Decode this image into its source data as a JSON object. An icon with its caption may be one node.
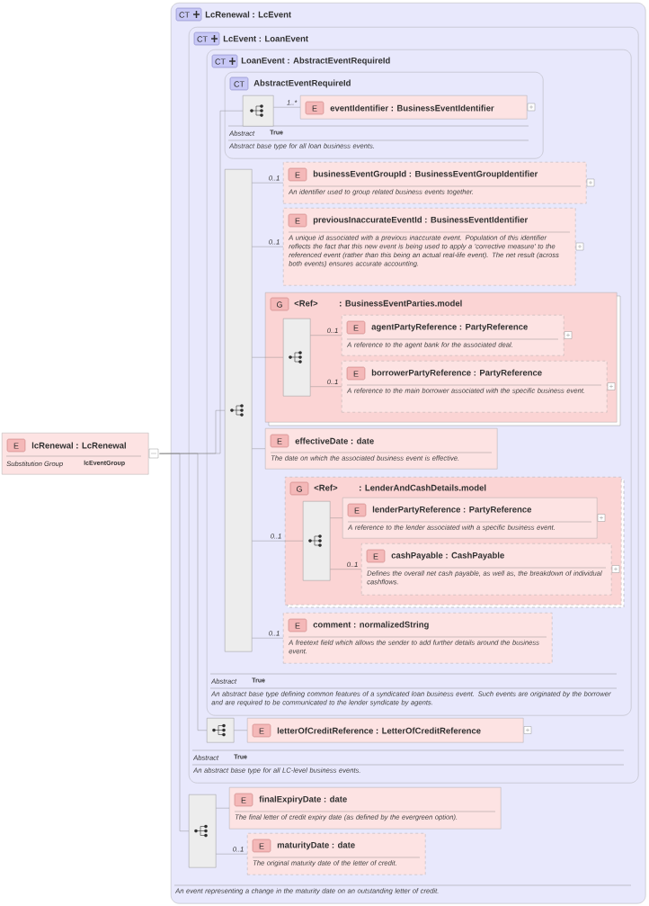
{
  "diagram": {
    "nodes": [
      {
        "text": [
          "E",
          "lcRenewal : LcRenewal",
          "Substitution Group",
          "lcEventGroup"
        ]
      },
      {
        "text": [
          "CT",
          "LcRenewal : LcEvent",
          "An event representing a change in the maturity date on an outstanding letter of credit."
        ]
      },
      {
        "text": [
          "CT",
          "LcEvent : LoanEvent",
          "Abstract",
          "True",
          "An abstract base type for all LC-level business events."
        ],
        "in": 1
      },
      {
        "text": [
          "CT",
          "LoanEvent : AbstractEventRequireId",
          "Abstract",
          "True",
          "An abstract base type defining common features of a syndicated loan business event. Such events are originated by the borrower and are required to be communicated to the lender syndicate by agents."
        ],
        "in": 2
      },
      {
        "text": [
          "CT",
          "AbstractEventRequireId",
          "Abstract",
          "True",
          "Abstract base type for all loan business events."
        ],
        "in": 3
      },
      {
        "text": [],
        "shape": "box",
        "in": 4
      },
      {
        "text": [
          "E",
          "eventIdentifier : BusinessEventIdentifier"
        ],
        "in": 4
      },
      {
        "text": [],
        "shape": "box",
        "in": 3
      },
      {
        "text": [
          "E",
          "businessEventGroupId : BusinessEventGroupIdentifier",
          "An identifier used to group related business events together."
        ],
        "in": 3
      },
      {
        "text": [
          "E",
          "previousInaccurateEventId : BusinessEventIdentifier",
          "A unique id associated with a previous inaccurate event. Population of this identifier reflects the fact that this new event is being used to apply a 'corrective measure' to the referenced event (rather than this being an actual real-life event). The net result (across both events) ensures accurate accounting."
        ],
        "in": 3
      },
      {
        "text": [
          "G",
          "<Ref>",
          ": BusinessEventParties.model"
        ],
        "in": 3
      },
      {
        "text": [],
        "shape": "box",
        "in": 10
      },
      {
        "text": [
          "E",
          "agentPartyReference : PartyReference",
          "A reference to the agent bank for the associated deal."
        ],
        "in": 10
      },
      {
        "text": [
          "E",
          "borrowerPartyReference : PartyReference",
          "A reference to the main borrower associated with the specific business event."
        ],
        "in": 10
      },
      {
        "text": [
          "E",
          "effectiveDate : date",
          "The date on which the associated business event is effective."
        ],
        "in": 3
      },
      {
        "text": [
          "G",
          "<Ref>",
          ": LenderAndCashDetails.model"
        ],
        "in": 3
      },
      {
        "text": [],
        "shape": "box",
        "in": 15
      },
      {
        "text": [
          "E",
          "lenderPartyReference : PartyReference",
          "A reference to the lender associated with a specific business event."
        ],
        "in": 15
      },
      {
        "text": [
          "E",
          "cashPayable : CashPayable",
          "Defines the overall net cash payable, as well as, the breakdown of individual cashflows."
        ],
        "in": 15
      },
      {
        "text": [
          "E",
          "comment : normalizedString",
          "A freetext field which allows the sender to add further details around the business event."
        ],
        "in": 3
      },
      {
        "text": [],
        "shape": "box",
        "in": 2
      },
      {
        "text": [
          "E",
          "letterOfCreditReference : LetterOfCreditReference"
        ],
        "in": 2
      },
      {
        "text": [],
        "shape": "box",
        "in": 1
      },
      {
        "text": [
          "E",
          "finalExpiryDate : date",
          "The final letter of credit expiry date (as defined by the evergreen option)."
        ],
        "in": 1
      },
      {
        "text": [
          "E",
          "maturityDate : date",
          "The original maturity date of the letter of credit."
        ],
        "in": 1
      }
    ],
    "edges": [
      {
        "from": 0,
        "to": 5,
        "arrow": "none"
      },
      {
        "from": 0,
        "to": 7,
        "arrow": "none"
      },
      {
        "from": 0,
        "to": 20,
        "arrow": "none"
      },
      {
        "from": 0,
        "to": 22,
        "arrow": "none"
      },
      {
        "from": 5,
        "to": 6,
        "arrow": "none",
        "label": "1..*"
      },
      {
        "from": 7,
        "to": 8,
        "arrow": "none",
        "label": "0..1"
      },
      {
        "from": 7,
        "to": 9,
        "arrow": "none",
        "label": "0..1"
      },
      {
        "from": 7,
        "to": 10,
        "arrow": "none"
      },
      {
        "from": 7,
        "to": 14,
        "arrow": "none"
      },
      {
        "from": 7,
        "to": 15,
        "arrow": "none",
        "label": "0..1"
      },
      {
        "from": 7,
        "to": 19,
        "arrow": "none",
        "label": "0..1"
      },
      {
        "from": 10,
        "to": 11,
        "arrow": "none"
      },
      {
        "from": 11,
        "to": 12,
        "arrow": "none",
        "label": "0..1"
      },
      {
        "from": 11,
        "to": 13,
        "arrow": "none",
        "label": "0..1"
      },
      {
        "from": 15,
        "to": 16,
        "arrow": "none"
      },
      {
        "from": 16,
        "to": 17,
        "arrow": "none"
      },
      {
        "from": 16,
        "to": 18,
        "arrow": "none",
        "label": "0..1"
      },
      {
        "from": 20,
        "to": 21,
        "arrow": "none"
      },
      {
        "from": 22,
        "to": 23,
        "arrow": "none"
      },
      {
        "from": 22,
        "to": 24,
        "arrow": "none",
        "label": "0..1"
      }
    ]
  }
}
